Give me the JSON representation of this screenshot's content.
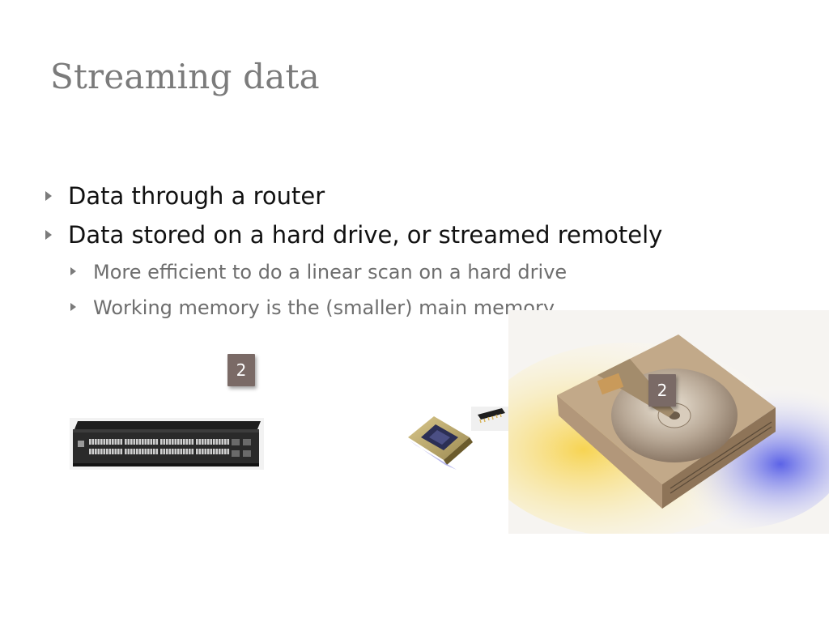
{
  "slide": {
    "title": "Streaming data",
    "bullets": [
      {
        "text": "Data through a router",
        "level": 1
      },
      {
        "text": "Data stored on a hard drive, or streamed remotely",
        "level": 1
      },
      {
        "text": "More efficient to do a linear scan on a hard drive",
        "level": 2
      },
      {
        "text": "Working memory is the (smaller) main memory",
        "level": 2
      }
    ],
    "badges": [
      "2",
      "2"
    ]
  },
  "colors": {
    "title": "#7b7b7b",
    "level1_text": "#111111",
    "level2_text": "#6e6e6e",
    "badge_bg": "#7a6a66"
  },
  "icons": {
    "router_image": "network-switch-icon",
    "memory_image": "cpu-and-memory-chip-icon",
    "disk_image": "hard-drive-icon"
  }
}
